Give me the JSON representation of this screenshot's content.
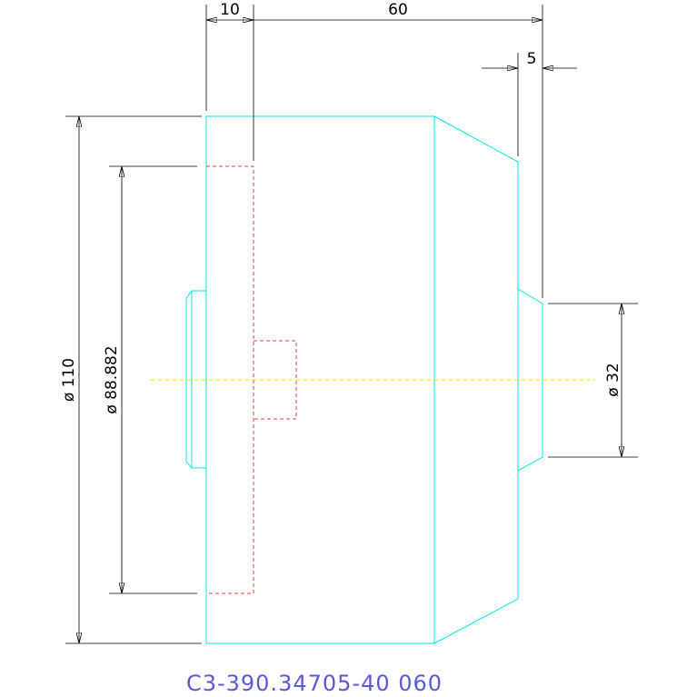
{
  "drawing": {
    "part_number": "C3-390.34705-40 060",
    "dimensions": {
      "flange_width": "10",
      "overall_length": "60",
      "tip_length": "5",
      "outer_diameter": "ø 110",
      "bore_diameter": "ø 88.882",
      "shaft_diameter": "ø 32"
    },
    "colors": {
      "outline": "#00e5ee",
      "hidden": "#ff3b3b",
      "centerline": "#f2ef00",
      "dimension": "#000000",
      "label": "#5a5ad6"
    }
  }
}
